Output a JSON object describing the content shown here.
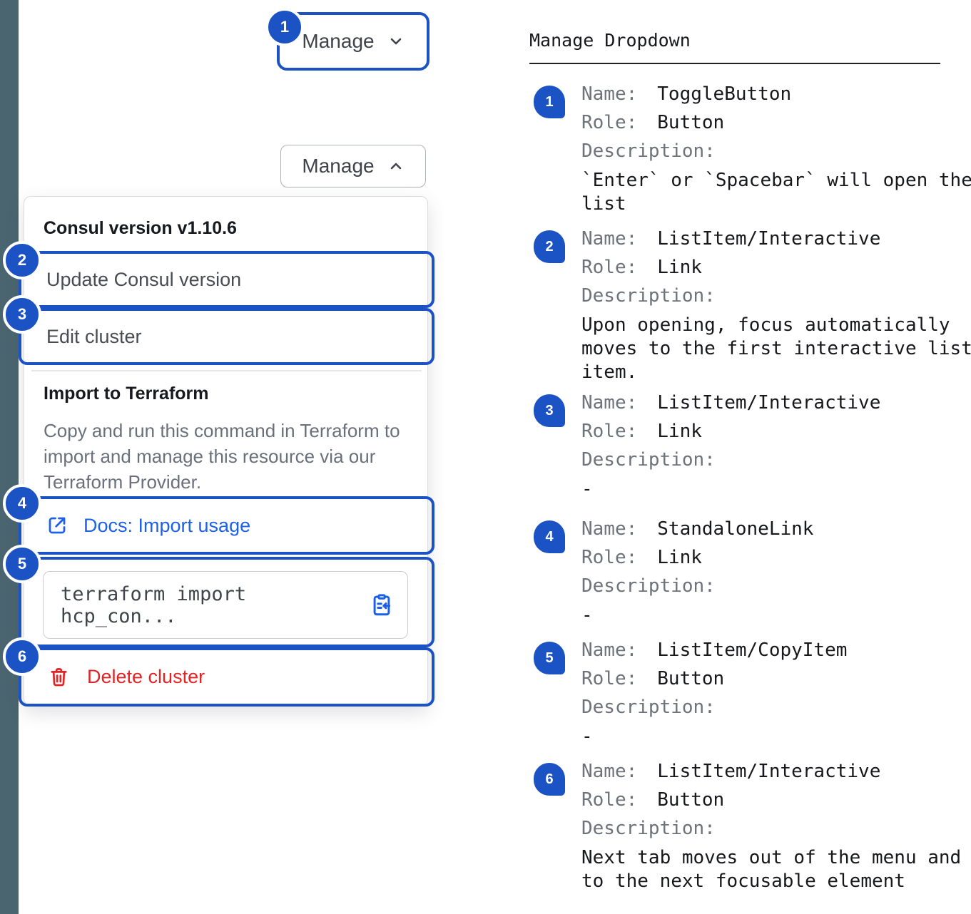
{
  "colors": {
    "accent_blue": "#1c53c4",
    "link_blue": "#1c61e7",
    "danger_red": "#e12426",
    "side_strip": "#4a656f"
  },
  "demo": {
    "toggle_button": {
      "label": "Manage"
    },
    "expanded_button": {
      "label": "Manage"
    },
    "dropdown": {
      "header": "Consul version v1.10.6",
      "update_item": {
        "label": "Update Consul version"
      },
      "edit_item": {
        "label": "Edit cluster"
      },
      "import_section": {
        "title": "Import to Terraform",
        "description": "Copy and run this command in Terraform to import and manage this resource via our Terraform Provider.",
        "docs_link_label": "Docs: Import usage",
        "code_snippet": "terraform import hcp_con...",
        "delete_label": "Delete cluster"
      }
    }
  },
  "spec": {
    "title": "Manage Dropdown",
    "labels": {
      "name": "Name:",
      "role": "Role:",
      "description": "Description:"
    },
    "items": [
      {
        "num": "1",
        "name": "ToggleButton",
        "role": "Button",
        "description": "`Enter` or `Spacebar` will open the list"
      },
      {
        "num": "2",
        "name": "ListItem/Interactive",
        "role": "Link",
        "description": "Upon opening, focus automatically moves to the first interactive list item."
      },
      {
        "num": "3",
        "name": "ListItem/Interactive",
        "role": "Link",
        "description": "-"
      },
      {
        "num": "4",
        "name": "StandaloneLink",
        "role": "Link",
        "description": "-"
      },
      {
        "num": "5",
        "name": "ListItem/CopyItem",
        "role": "Button",
        "description": "-"
      },
      {
        "num": "6",
        "name": "ListItem/Interactive",
        "role": "Button",
        "description": "Next tab moves out of the menu and to the next focusable element"
      }
    ]
  }
}
